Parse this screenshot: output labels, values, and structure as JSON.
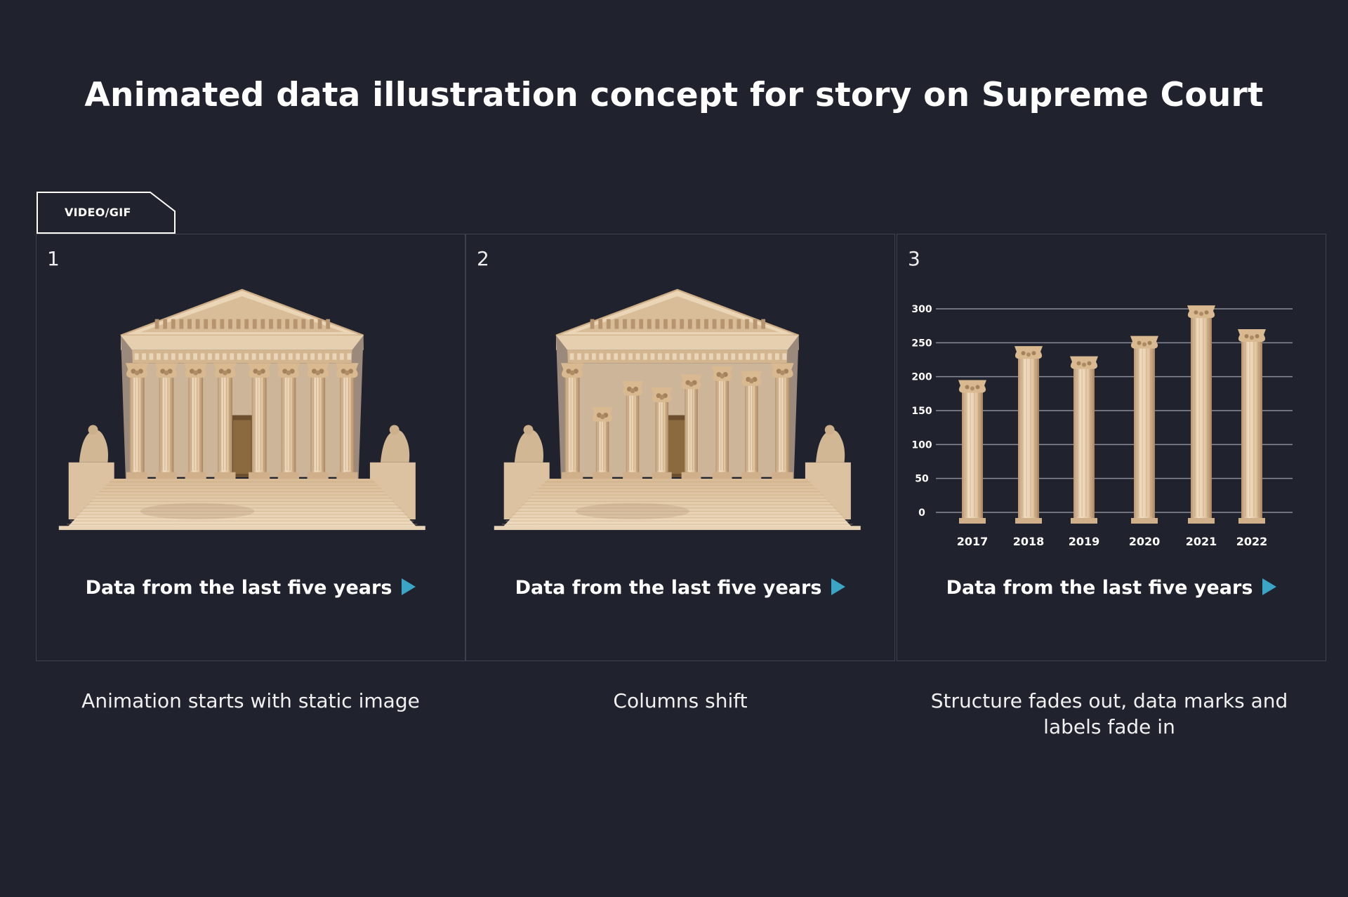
{
  "title": "Animated data illustration concept for story on Supreme Court",
  "tag_label": "VIDEO/GIF",
  "panels": [
    {
      "number": "1",
      "cta": "Data from the last five years",
      "caption": "Animation starts with static image"
    },
    {
      "number": "2",
      "cta": "Data from the last five years",
      "caption": "Columns shift"
    },
    {
      "number": "3",
      "cta": "Data from the last five years",
      "caption": "Structure fades out, data marks and labels fade in"
    }
  ],
  "colors": {
    "background": "#20222d",
    "accent": "#3aa5c4",
    "marble": "#e8cfae"
  },
  "icons": [
    "play-icon",
    "courthouse-image",
    "column-icon"
  ],
  "chart_data": {
    "type": "bar",
    "categories": [
      "2017",
      "2018",
      "2019",
      "2020",
      "2021",
      "2022"
    ],
    "values": [
      195,
      245,
      230,
      260,
      305,
      270
    ],
    "yticks": [
      0,
      50,
      100,
      150,
      200,
      250,
      300
    ],
    "ylim": [
      0,
      300
    ],
    "grid": true,
    "title": "",
    "xlabel": "",
    "ylabel": ""
  }
}
